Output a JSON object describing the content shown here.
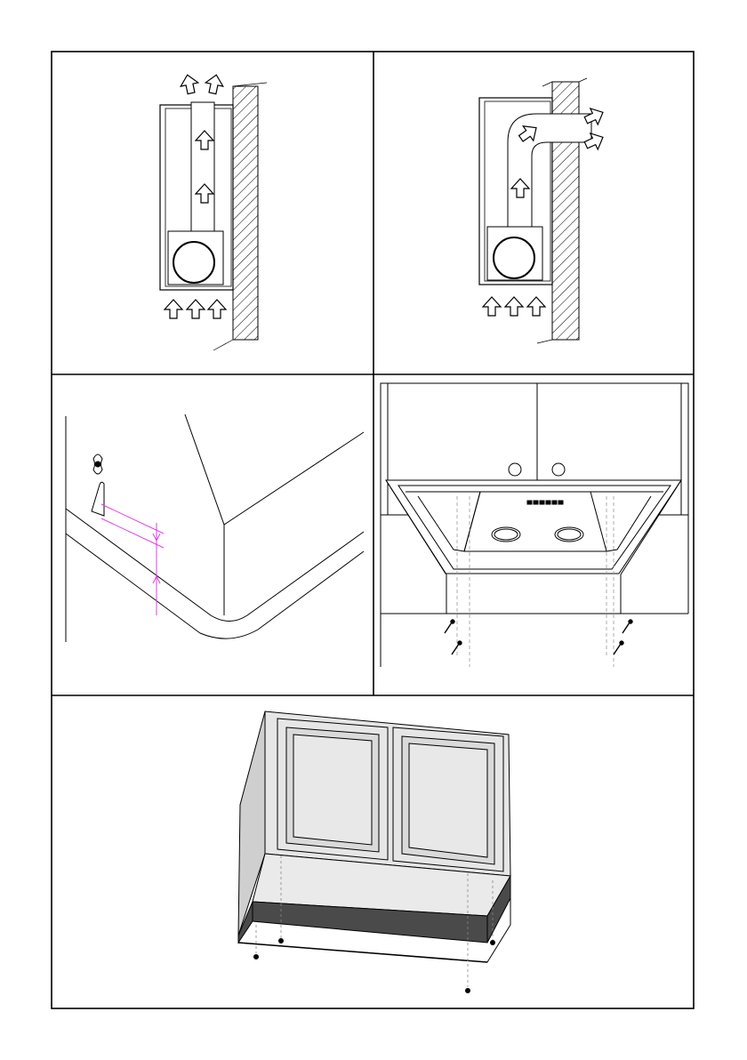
{
  "document": {
    "figures": [
      {
        "id": "vertical-exhaust-diagram",
        "arrows": "up"
      },
      {
        "id": "horizontal-exhaust-diagram",
        "arrows": "right"
      },
      {
        "id": "bracket-mounting-detail",
        "dimension_color": "#e040e0"
      },
      {
        "id": "hood-under-cabinet-front-view",
        "control_dots": 6
      },
      {
        "id": "cabinet-installation-3d-view",
        "trim_color": "#4a4a4a"
      }
    ],
    "colors": {
      "line": "#000000",
      "hatch": "#000000",
      "dimension": "#e040e0",
      "panel_fill": "#e6e6e6",
      "dark_trim": "#4a4a4a",
      "side_shade": "#cfcfcf"
    }
  }
}
